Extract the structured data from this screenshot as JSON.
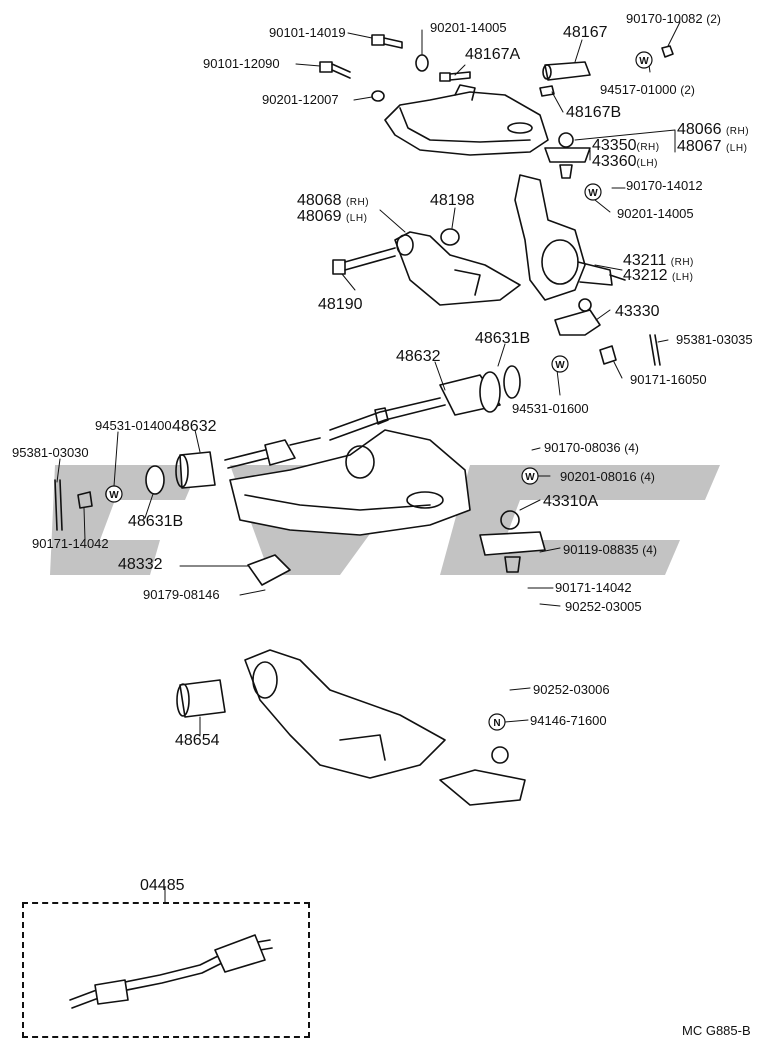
{
  "watermark": "CVC",
  "labels": {
    "p90101_14019": "90101-14019",
    "p90201_14005_top": "90201-14005",
    "p48167": "48167",
    "p90170_10082": "90170-10082",
    "p90170_10082_qty": "(2)",
    "p48167A": "48167A",
    "p90101_12090": "90101-12090",
    "p94517_01000": "94517-01000",
    "p94517_01000_qty": "(2)",
    "p90201_12007": "90201-12007",
    "p48167B": "48167B",
    "p48066": "48066",
    "p48066_sfx": "(RH)",
    "p48067": "48067",
    "p48067_sfx": "(LH)",
    "p43350": "43350",
    "p43350_sfx": "(RH)",
    "p43360": "43360",
    "p43360_sfx": "(LH)",
    "p90170_14012": "90170-14012",
    "p48068": "48068",
    "p48068_sfx": "(RH)",
    "p48069": "48069",
    "p48069_sfx": "(LH)",
    "p48198": "48198",
    "p90201_14005_mid": "90201-14005",
    "p43211": "43211",
    "p43211_sfx": "(RH)",
    "p43212": "43212",
    "p43212_sfx": "(LH)",
    "p48190": "48190",
    "p43330": "43330",
    "p48631B_top": "48631B",
    "p95381_03035": "95381-03035",
    "p48632_top": "48632",
    "p90171_16050": "90171-16050",
    "p94531_01600": "94531-01600",
    "p94531_01400": "94531-01400",
    "p48632_left": "48632",
    "p95381_03030": "95381-03030",
    "p90170_08036": "90170-08036",
    "p90170_08036_qty": "(4)",
    "p90201_08016": "90201-08016",
    "p90201_08016_qty": "(4)",
    "p43310A": "43310A",
    "p48631B_left": "48631B",
    "p90171_14042_left": "90171-14042",
    "p90119_08835": "90119-08835",
    "p90119_08835_qty": "(4)",
    "p48332": "48332",
    "p90171_14042_right": "90171-14042",
    "p90179_08146": "90179-08146",
    "p90252_03005": "90252-03005",
    "p90252_03006": "90252-03006",
    "p94146_71600": "94146-71600",
    "p48654": "48654",
    "p04485": "04485",
    "figure_code": "MC G885-B"
  },
  "washer_glyph": "W",
  "nut_glyph": "N"
}
